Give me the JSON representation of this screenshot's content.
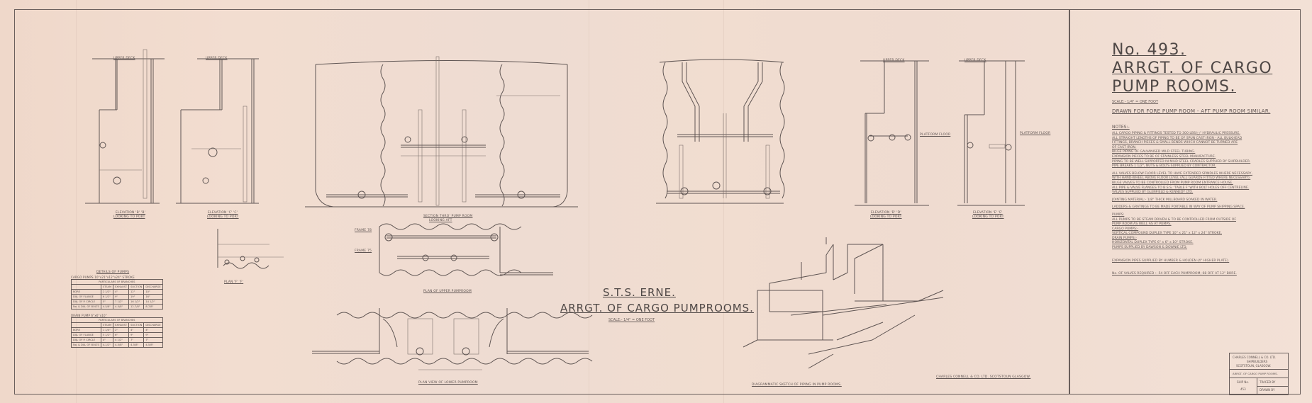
{
  "drawing": {
    "number": "No. 493.",
    "title_line1": "ARRGT. OF CARGO",
    "title_line2": "PUMP ROOMS.",
    "scale": "SCALE:- 1/4\" = ONE FOOT",
    "drawn_for": "DRAWN FOR FORE PUMP ROOM - AFT PUMP ROOM SIMILAR.",
    "notes_heading": "NOTES:-",
    "notes": [
      "ALL CARGO PIPING & FITTINGS TESTED TO 300 LBS/□\" HYDRAULIC PRESSURE.",
      "ALL STRAIGHT LENGTHS OF PIPING TO BE OF SPUN CAST IRON - ALL BULKHEAD",
      "FITTINGS, BRANCH PIECES & SMALL BENDS WHICH CANNOT BE TURNED ARE",
      "OF CAST IRON.",
      "BILGE PIPING OF GALVANISED MILD STEEL TUBING.",
      "EXPANSION PIECES TO BE OF STAINLESS STEEL MANUFACTURE.",
      "PIPING TO BE WELL SUPPORTED IN MILD STEEL CRADLES SUPPLIED BY SHIPBUILDER.",
      "PIPE BREAKS 1 1/2\", NUTS & BOLTS SUPPLIED BY CONTRACTOR.",
      "",
      "ALL VALVES BELOW FLOOR LEVEL TO HAVE EXTENDED SPINDLES WHERE NECESSARY,",
      "WITH HAND-WHEEL ABOVE FLOOR LEVEL (ALL GUARDS FITTED WHERE NECESSARY).",
      "BILGE VALVES TO BE CONTROLLED FROM PUMP ROOM ENTRANCE HOUSE.",
      "ALL PIPE & VALVE FLANGES TO B.S.S. 'TABLE F' WITH BOLT HOLES OFF CENTRELINE.",
      "VALVES SUPPLIED BY GLENFIELD & KENNEDY LTD.",
      "",
      "JOINTING MATERIAL:- 1/8\" THICK MILLBOARD SOAKED IN WATER.",
      "",
      "LADDERS & GRATINGS TO BE MADE PORTABLE IN WAY OF PUMP SHIPPING SPACE.",
      "",
      "PUMPS:",
      "ALL PUMPS TO BE STEAM DRIVEN & TO BE CONTROLLED FROM OUTSIDE OF",
      "PUMP ROOM AS WELL AS AT PUMPS.",
      "CARGO PUMPS:-",
      "VERTICAL COMPOUND DUPLEX TYPE 10\" x 21\" x 12\" x 24\" STROKE.",
      "DRAIN PUMPS:-",
      "HORIZONTAL DUPLEX TYPE 6\" x 6\" x 10\" STROKE.",
      "PUMPS SUPPLIED BY DAWSON & DOWNIE LTD.",
      "",
      "",
      "EXPANSION PIPES SUPPLIED BY HUMBER & HOLDEN (4\" HIGHER PLATE)."
    ],
    "valves_note": "No. OF VALVES REQUIRED :- 54 OFF EACH PUMPROOM; 68 OFF AT 12\" BORE.",
    "main_title_ship": "S.T.S. ERNE.",
    "main_title": "ARRGT. OF CARGO PUMPROOMS.",
    "main_scale": "SCALE:- 1/4\" = ONE FOOT",
    "builder_line": "CHARLES CONNELL & CO. LTD. SCOTSTOUN GLASGOW.",
    "diagram_caption": "DIAGRAMMATIC SKETCH OF PIPING IN PUMP ROOMS.",
    "plan_lower_caption": "PLAN VIEW OF LOWER PUMPROOM",
    "plan_upper_caption": "PLAN OF UPPER PUMPROOM",
    "section_caption": "SECTION THRO' PUMP ROOM",
    "section_sub": "LOOKING AFT",
    "elevations": [
      {
        "label": "ELEVATION 'B' 'B'",
        "sub": "LOOKING TO PORT"
      },
      {
        "label": "ELEVATION 'C' 'C'",
        "sub": "LOOKING TO PORT"
      },
      {
        "label": "ELEVATION 'D' 'D'",
        "sub": "LOOKING TO PORT"
      },
      {
        "label": "ELEVATION 'E' 'E'",
        "sub": "LOOKING TO PORT"
      }
    ],
    "upper_deck_label": "UPPER DECK",
    "platform_label": "PLATFORM FLOOR",
    "detail_view_label": "PLAN 'F' 'F'",
    "frame_labels": [
      "FRAME 78",
      "FRAME 75"
    ],
    "pump_details": {
      "heading": "DETAILS OF PUMPS",
      "cargo_title": "CARGO PUMPS 10\"x21\"x12\"x24\" STROKE",
      "cargo_sub": "PARTICULARS OF BRANCHES",
      "cargo_cols": [
        "",
        "STEAM",
        "EXHAUST",
        "SUCTION",
        "DISCHARGE"
      ],
      "cargo_rows": [
        [
          "BORE",
          "2 1/2\"",
          "4\"",
          "12\"",
          "10\""
        ],
        [
          "DIA. OF FLANGE",
          "6 1/2\"",
          "9\"",
          "19\"",
          "16\""
        ],
        [
          "DIA. OF P. CIRCLE",
          "5\"",
          "7 1/2\"",
          "16 1/2\"",
          "14 1/2\""
        ],
        [
          "No. & DIA. OF BOLTS",
          "4-5/8\"",
          "4-5/8\"",
          "12-7/8\"",
          "8-7/8\""
        ]
      ],
      "drain_title": "DRAIN PUMP 6\"x6\"x10\"",
      "drain_sub": "PARTICULARS OF BRANCHES",
      "drain_cols": [
        "",
        "STEAM",
        "EXHAUST",
        "SUCTION",
        "DISCHARGE"
      ],
      "drain_rows": [
        [
          "BORE",
          "1 1/4\"",
          "2\"",
          "4\"",
          "4\""
        ],
        [
          "DIA. OF FLANGE",
          "5 1/2\"",
          "6\"",
          "9\"",
          "9\""
        ],
        [
          "DIA. OF P. CIRCLE",
          "4\"",
          "4 1/2\"",
          "7\"",
          "7\""
        ],
        [
          "No. & DIA. OF BOLTS",
          "4-1/2\"",
          "4-5/8\"",
          "4-5/8\"",
          "4-5/8\""
        ]
      ]
    },
    "title_block": {
      "company": "CHARLES CONNELL & CO. LTD.",
      "role": "SHIPBUILDERS",
      "location": "SCOTSTOUN, GLASGOW.",
      "drawing_name": "ARRGT. OF CARGO PUMP ROOMS.",
      "ship_no_label": "SHIP No.",
      "ship_no": "453",
      "traced_label": "TRACED BY",
      "drawn_label": "DRAWN BY"
    },
    "colors": {
      "paper": "#f1ddd0",
      "ink": "#5f5553"
    }
  }
}
